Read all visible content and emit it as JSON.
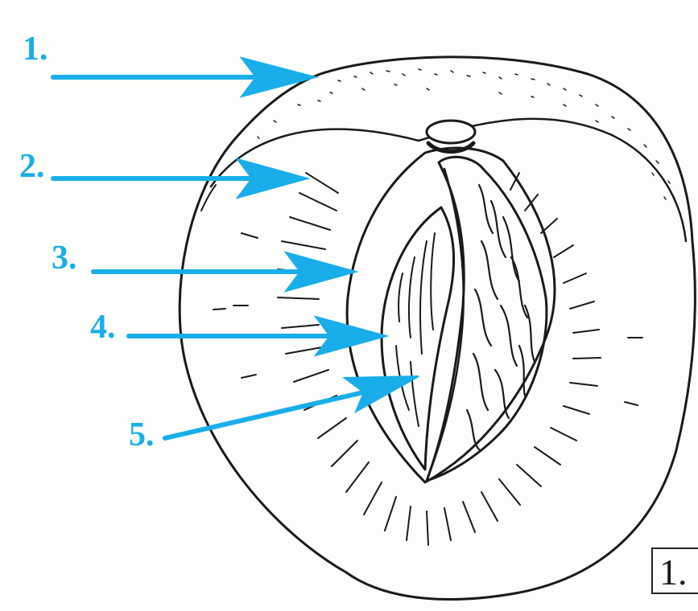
{
  "labels": [
    "1.",
    "2.",
    "3.",
    "4.",
    "5."
  ],
  "figure_number": "1.",
  "colors": {
    "arrow": "#19aee9",
    "ink": "#1a1a1a",
    "paper": "#fdfdfb"
  }
}
